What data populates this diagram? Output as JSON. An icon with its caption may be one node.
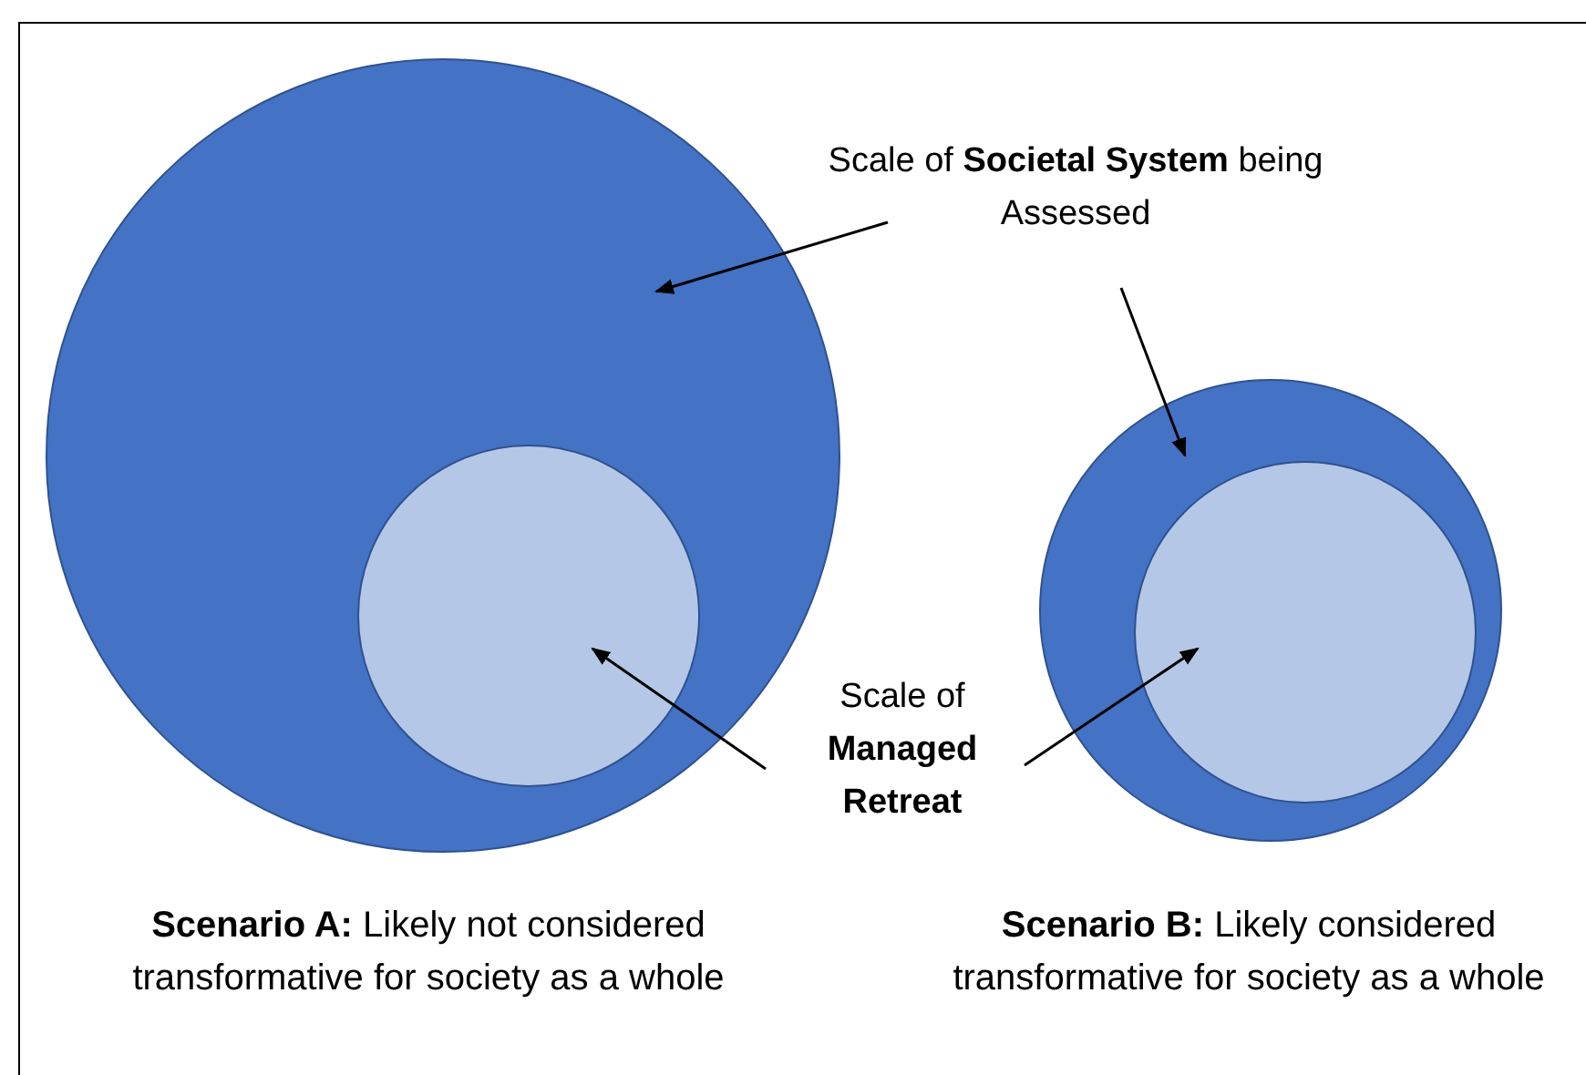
{
  "diagram": {
    "nodes": [
      {
        "text": [],
        "shape": "circle",
        "beside": [
          "**Scenario A:** Likely not considered transformative for society as a whole"
        ]
      },
      {
        "text": [],
        "shape": "circle",
        "in": 0
      },
      {
        "text": [],
        "shape": "circle",
        "beside": [
          "**Scenario B:** Likely considered transformative for society as a whole"
        ]
      },
      {
        "text": [],
        "shape": "circle",
        "in": 2
      },
      {
        "text": [
          "Scale of **Societal System** being Assessed"
        ]
      },
      {
        "text": [
          "Scale of **Managed Retreat**"
        ]
      }
    ],
    "edges": [
      {
        "from": 4,
        "to": 0,
        "arrow": "to"
      },
      {
        "from": 4,
        "to": 2,
        "arrow": "to"
      },
      {
        "from": 5,
        "to": 1,
        "arrow": "to"
      },
      {
        "from": 5,
        "to": 3,
        "arrow": "to"
      }
    ]
  }
}
